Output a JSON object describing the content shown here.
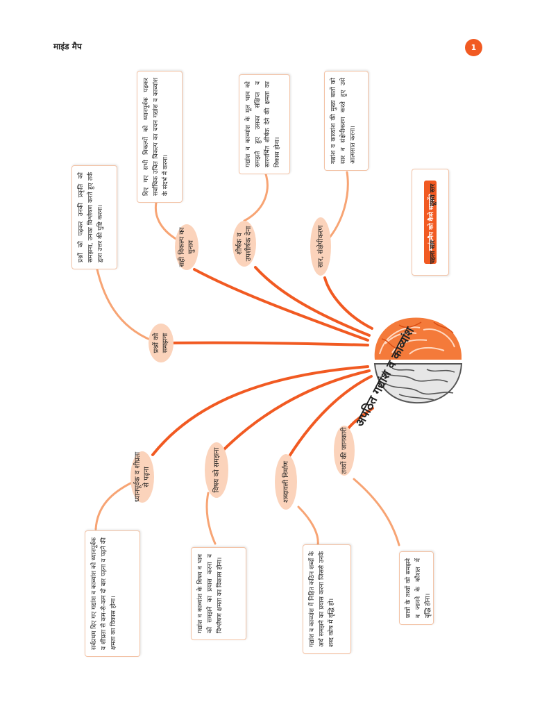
{
  "header": {
    "title": "माइंड मैप",
    "page_number": "1"
  },
  "center": {
    "label": "अपठित गद्यांश व काव्यांश"
  },
  "branches": [
    {
      "id": "prashno",
      "label": "प्रश्नों को समझना",
      "text": "प्रश्नों को पढ़कर उनकी प्रकृति को समझना, उनका विश्लेषण करते हुए तर्क द्वारा उत्तर की पुष्टि करना।"
    },
    {
      "id": "vikalp",
      "label": "सही विकल्प का चुनाव",
      "text": "दिए गए सभी विकल्पों को ध्यानपूर्वक पढ़कर सर्वाधिक उचित विकल्प का चयन गद्यांश व काव्यांश के संदर्भ में करना।"
    },
    {
      "id": "shirshak",
      "label": "शीर्षक व उपशीर्षक देना",
      "text": "गद्यांश व काव्यांश के मूल भाव को समझते हुए उसका संक्षिप्त व सारगर्भित शीर्षक देने की क्षमता का विकास होना।"
    },
    {
      "id": "saar",
      "label": "सार, संक्षेपीकरण",
      "text": "गद्यांश व काव्यांश की मुख्य बातों को सार व संक्षेपीकरण करते हुए उसे आत्मसात करना।"
    },
    {
      "id": "dhyan",
      "label": "ध्यानपूर्वक व शीघ्रता से पढ़ना",
      "text": "सर्वप्रथम दिए गए गद्यांश व काव्यांश को ध्यानपूर्वक व शीघ्रता से कम-से-कम दो बार पढ़ना व पढ़ने की क्षमता का विकास होना।"
    },
    {
      "id": "vishay",
      "label": "विषय को समझना",
      "text": "गद्यांश व काव्यांश के विषय व भाव को समझने का प्रयास करना व विश्लेषण क्षमता का विकास होना।"
    },
    {
      "id": "shabdavali",
      "label": "शब्दावली निर्माण",
      "text": "गद्यांश व काव्यांश में निहित कठिन शब्दों के अर्थ समझने का प्रयास करना जिससे उनके शब्द कोष में वृद्धि हो।"
    },
    {
      "id": "tathyon",
      "label": "तथ्यों की जानकारी",
      "text": "छात्रों के तथ्यों को समझने व जानने के कौशल में वृद्धि होना।"
    }
  ],
  "legend": {
    "title": "माइंडमैप को कैसे समझें?",
    "first": "पहला स्तर",
    "second": "दूसरा स्तर"
  },
  "colors": {
    "accent": "#f15a22",
    "node_fill": "#fbd3bb",
    "secondary_line": "#f7a474",
    "box_border": "#f3c3a6"
  }
}
